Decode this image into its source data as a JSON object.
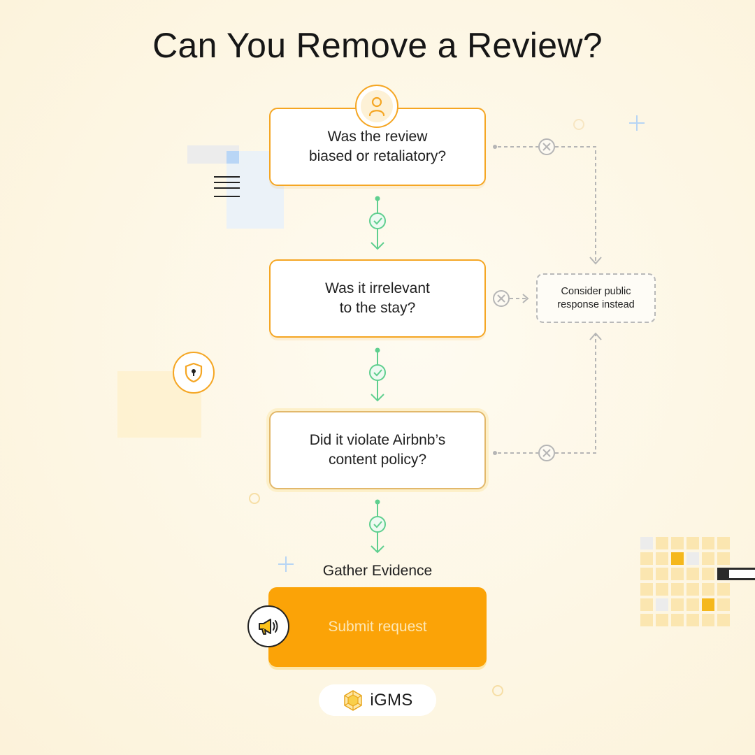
{
  "title": "Can You Remove a Review?",
  "steps": [
    {
      "text": "Was the review\nbiased or retaliatory?"
    },
    {
      "text": "Was it irrelevant\nto the stay?"
    },
    {
      "text": "Did it violate Airbnb’s\ncontent policy?"
    }
  ],
  "side_note": "Consider public\nresponse instead",
  "gather_label": "Gather Evidence",
  "submit_label": "Submit request",
  "brand": "iGMS",
  "icons": {
    "avatar": "user-icon",
    "yes": "check-circle-icon",
    "no": "x-circle-icon",
    "megaphone": "megaphone-icon",
    "shield": "shield-lock-icon",
    "logo": "igms-logo-icon"
  },
  "colors": {
    "accent": "#f5a623",
    "submit_bg": "#fba307",
    "yes_path": "#5fcf8f",
    "no_path": "#b5b5b5"
  }
}
